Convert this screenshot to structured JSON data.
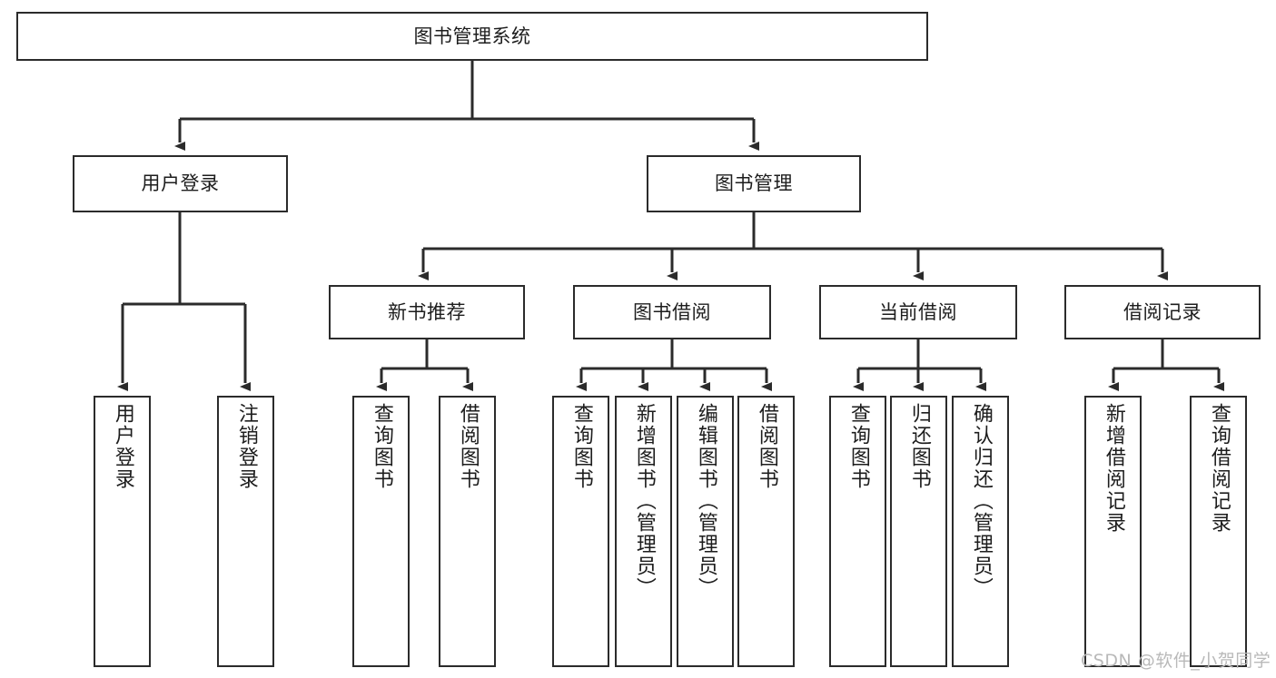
{
  "diagram": {
    "title": "图书管理系统",
    "type": "tree-hierarchy-chart",
    "root": {
      "id": "root",
      "label": "图书管理系统"
    },
    "level1": [
      {
        "id": "user-login",
        "label": "用户登录"
      },
      {
        "id": "book-manage",
        "label": "图书管理"
      }
    ],
    "level2": [
      {
        "id": "new-book-rec",
        "label": "新书推荐",
        "parent": "book-manage"
      },
      {
        "id": "book-borrow",
        "label": "图书借阅",
        "parent": "book-manage"
      },
      {
        "id": "current-borrow",
        "label": "当前借阅",
        "parent": "book-manage"
      },
      {
        "id": "borrow-record",
        "label": "借阅记录",
        "parent": "book-manage"
      }
    ],
    "leaves": [
      {
        "id": "leaf-user-login",
        "label": "用户登录",
        "parent": "user-login"
      },
      {
        "id": "leaf-logout",
        "label": "注销登录",
        "parent": "user-login"
      },
      {
        "id": "leaf-query-book-1",
        "label": "查询图书",
        "parent": "new-book-rec"
      },
      {
        "id": "leaf-borrow-book-1",
        "label": "借阅图书",
        "parent": "new-book-rec"
      },
      {
        "id": "leaf-query-book-2",
        "label": "查询图书",
        "parent": "book-borrow"
      },
      {
        "id": "leaf-add-book",
        "label": "新增图书（管理员）",
        "parent": "book-borrow"
      },
      {
        "id": "leaf-edit-book",
        "label": "编辑图书（管理员）",
        "parent": "book-borrow"
      },
      {
        "id": "leaf-borrow-book-2",
        "label": "借阅图书",
        "parent": "book-borrow"
      },
      {
        "id": "leaf-query-book-3",
        "label": "查询图书",
        "parent": "current-borrow"
      },
      {
        "id": "leaf-return-book",
        "label": "归还图书",
        "parent": "current-borrow"
      },
      {
        "id": "leaf-confirm-return",
        "label": "确认归还（管理员）",
        "parent": "current-borrow"
      },
      {
        "id": "leaf-add-record",
        "label": "新增借阅记录",
        "parent": "borrow-record"
      },
      {
        "id": "leaf-query-record",
        "label": "查询借阅记录",
        "parent": "borrow-record"
      }
    ]
  },
  "watermark": {
    "text": "CSDN @软件_小贺同学"
  },
  "colors": {
    "box_border": "#2b2b2b",
    "box_fill": "#ffffff",
    "edge": "#2b2b2b",
    "text": "#1d1d1d",
    "watermark": "#b9b9b9",
    "background": "#ffffff"
  }
}
